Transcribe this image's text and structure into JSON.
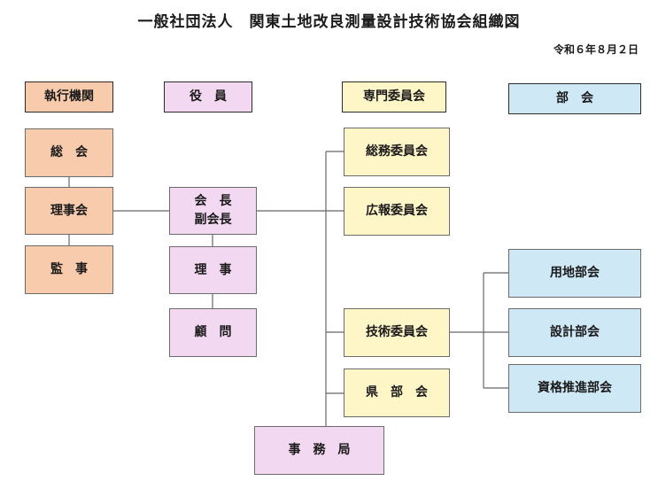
{
  "title": "一般社団法人　関東土地改良測量設計技術協会組織図",
  "date": "令和６年８月２日",
  "headers": {
    "executive": "執行機関",
    "officers": "役　員",
    "committees": "専門委員会",
    "divisions": "部　会"
  },
  "executive": {
    "general_meeting": "総　会",
    "board": "理事会",
    "auditor": "監　事"
  },
  "officers": {
    "chairman": "会　長",
    "vice_chairman": "副会長",
    "directors": "理　事",
    "advisors": "顧　問"
  },
  "committees": {
    "general_affairs": "総務委員会",
    "public_relations": "広報委員会",
    "technical": "技術委員会",
    "prefectural": "県　部　会"
  },
  "divisions": {
    "land": "用地部会",
    "design": "設計部会",
    "qualification": "資格推進部会"
  },
  "secretariat": "事　務　局"
}
